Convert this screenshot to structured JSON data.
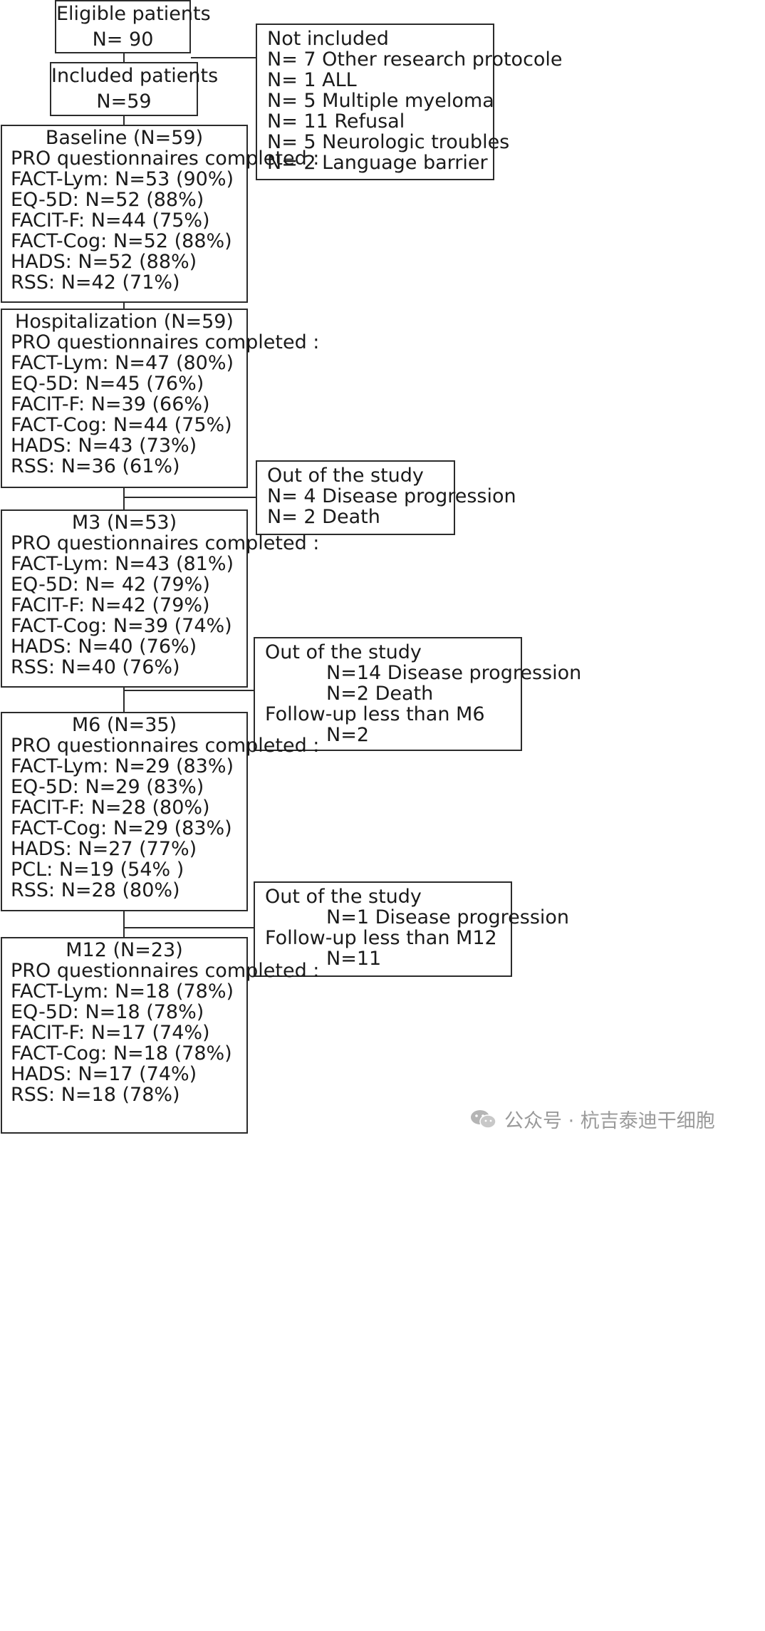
{
  "eligible": {
    "title": "Eligible patients",
    "count": "N= 90"
  },
  "included": {
    "title": "Included patients",
    "count": "N=59"
  },
  "not_included": {
    "title": "Not included",
    "items": [
      "N= 7 Other research protocole",
      "N= 1 ALL",
      "N= 5 Multiple myeloma",
      "N= 11 Refusal",
      "N= 5 Neurologic troubles",
      "N= 2 Language barrier"
    ]
  },
  "baseline": {
    "title": "Baseline (N=59)",
    "subtitle": "PRO questionnaires completed :",
    "items": [
      "FACT-Lym:  N=53 (90%)",
      "EQ-5D: N=52 (88%)",
      "FACIT-F: N=44 (75%)",
      "FACT-Cog:  N=52 (88%)",
      "HADS:  N=52 (88%)",
      "RSS:  N=42 (71%)"
    ]
  },
  "hospitalization": {
    "title": "Hospitalization (N=59)",
    "subtitle": "PRO questionnaires completed :",
    "items": [
      "FACT-Lym:  N=47 (80%)",
      "EQ-5D: N=45 (76%)",
      "FACIT-F: N=39 (66%)",
      "FACT-Cog: N=44 (75%)",
      "HADS: N=43 (73%)",
      "RSS: N=36 (61%)"
    ]
  },
  "out1": {
    "title": "Out of the study",
    "items": [
      "N= 4 Disease progression",
      "N= 2 Death"
    ]
  },
  "m3": {
    "title": "M3 (N=53)",
    "subtitle": "PRO questionnaires completed :",
    "items": [
      "FACT-Lym:  N=43 (81%)",
      "EQ-5D: N= 42 (79%)",
      "FACIT-F: N=42 (79%)",
      "FACT-Cog: N=39 (74%)",
      "HADS: N=40 (76%)",
      "RSS: N=40 (76%)"
    ]
  },
  "out2": {
    "title": "Out of the study",
    "line1": "N=14  Disease progression",
    "line2": "N=2  Death",
    "line3": "Follow-up less than M6",
    "line4": "N=2"
  },
  "m6": {
    "title": "M6 (N=35)",
    "subtitle": "PRO questionnaires completed :",
    "items": [
      "FACT-Lym:  N=29 (83%)",
      "EQ-5D: N=29 (83%)",
      "FACIT-F: N=28 (80%)",
      "FACT-Cog: N=29 (83%)",
      "HADS: N=27 (77%)",
      "PCL: N=19 (54% )",
      "RSS: N=28 (80%)"
    ]
  },
  "out3": {
    "title": "Out of the study",
    "line1": "N=1  Disease progression",
    "line2": "Follow-up less than M12",
    "line3": "N=11"
  },
  "m12": {
    "title": "M12 (N=23)",
    "subtitle": "PRO questionnaires completed :",
    "items": [
      "FACT-Lym:  N=18 (78%)",
      "EQ-5D: N=18 (78%)",
      "FACIT-F: N=17 (74%)",
      "FACT-Cog: N=18 (78%)",
      "HADS: N=17 (74%)",
      "RSS: N=18 (78%)"
    ]
  },
  "watermark": {
    "text": "公众号 · 杭吉泰迪干细胞",
    "icon": "wechat-icon"
  }
}
